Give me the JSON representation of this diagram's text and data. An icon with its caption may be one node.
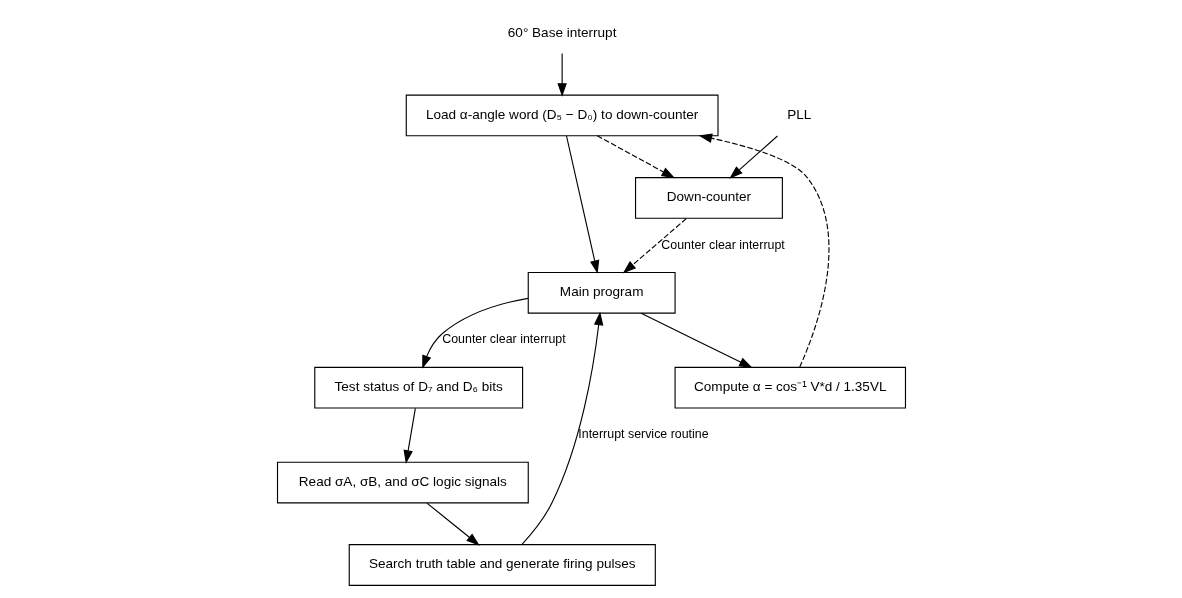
{
  "diagram": {
    "nodes": [
      {
        "text": [
          "60° Base interrupt"
        ]
      },
      {
        "text": [
          "Load α-angle word (D₅ − D₀) to down-counter"
        ]
      },
      {
        "text": [
          "PLL"
        ]
      },
      {
        "text": [
          "Down-counter"
        ]
      },
      {
        "text": [
          "Main program"
        ]
      },
      {
        "text": [
          "Compute α = cos⁻¹ V*d / 1.35VL"
        ]
      },
      {
        "text": [
          "Test status of D₇ and D₆ bits"
        ]
      },
      {
        "text": [
          "Read σA, σB, and σC logic signals"
        ]
      },
      {
        "text": [
          "Search truth table and generate firing pulses"
        ]
      }
    ],
    "edges": [
      {
        "from": 0,
        "to": 1,
        "arrow": "to"
      },
      {
        "from": 1,
        "to": 3,
        "arrow": "to",
        "style": "dashed"
      },
      {
        "from": 2,
        "to": 3,
        "arrow": "to"
      },
      {
        "from": 1,
        "to": 4,
        "arrow": "to"
      },
      {
        "from": 3,
        "to": 4,
        "arrow": "to",
        "style": "dashed",
        "label": "Counter clear interrupt"
      },
      {
        "from": 4,
        "to": 5,
        "arrow": "to"
      },
      {
        "from": 5,
        "to": 1,
        "arrow": "to",
        "style": "dashed"
      },
      {
        "from": 4,
        "to": 6,
        "arrow": "to",
        "label": "Counter clear interrupt"
      },
      {
        "from": 6,
        "to": 7,
        "arrow": "to"
      },
      {
        "from": 7,
        "to": 8,
        "arrow": "to"
      },
      {
        "from": 8,
        "to": 4,
        "arrow": "to",
        "label": "Interrupt service routine"
      }
    ]
  }
}
